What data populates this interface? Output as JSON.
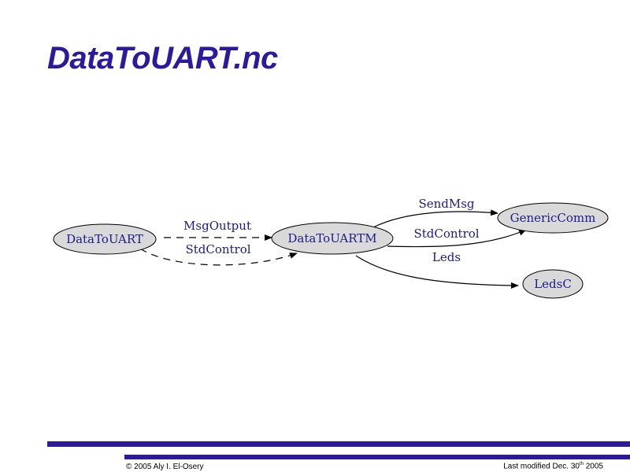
{
  "slide": {
    "title": "DataToUART.nc"
  },
  "diagram": {
    "nodes": {
      "datatouart": "DataToUART",
      "datatouartm": "DataToUARTM",
      "genericcomm": "GenericComm",
      "ledsc": "LedsC"
    },
    "edges": {
      "msgoutput": "MsgOutput",
      "stdcontrol_a": "StdControl",
      "sendmsg": "SendMsg",
      "stdcontrol_b": "StdControl",
      "leds": "Leds"
    },
    "colors": {
      "node_fill": "#d9d9d9",
      "node_text": "#1c1c8a",
      "edge": "#000000"
    }
  },
  "footer": {
    "copyright": "© 2005 Aly I. El-Osery",
    "modified_prefix": "Last modified Dec. 30",
    "modified_sup": "th",
    "modified_year": " 2005"
  },
  "colors": {
    "accent": "#2b1a9c"
  }
}
